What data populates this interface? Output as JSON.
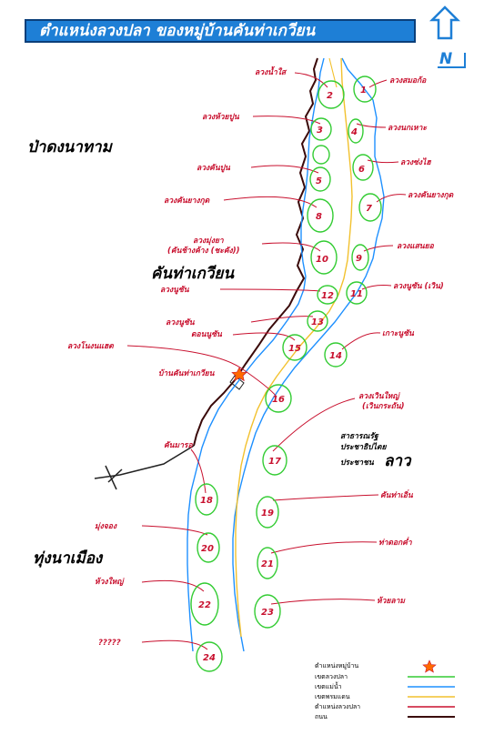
{
  "title": "ตำแหน่งลวงปลา ของหมู่บ้านคันท่าเกวียน",
  "north_label": "N",
  "regions": {
    "padong": "ป่าดงนาทาม",
    "khantha": "คันท่าเกวียน",
    "thungna": "ทุ่งนาเมือง"
  },
  "village_name": "บ้านคันท่าเกวียน",
  "country": {
    "line1": "สาธารณรัฐ",
    "line2": "ประชาธิปไตย",
    "line3": "ประชาชน",
    "big": "ลาว"
  },
  "plot_numbers": [
    "1",
    "2",
    "3",
    "4",
    "5",
    "6",
    "7",
    "8",
    "9",
    "10",
    "11",
    "12",
    "13",
    "14",
    "15",
    "16",
    "17",
    "18",
    "19",
    "20",
    "21",
    "22",
    "23",
    "24"
  ],
  "plot_labels": {
    "l2": "ลวงน้ำใส",
    "l1": "ลวงสมอก้อ",
    "l3": "ลวงห้วยปูน",
    "l4": "ลวงนกเหาะ",
    "l6": "ลวงซ่งไฮ",
    "l5": "ลวงคันปูน",
    "l7": "ลวงคันยางกุด",
    "l8": "ลวงคันยางกุด",
    "l10a": "ลวงมุ่งยา",
    "l10b": "(คันช้างค้าง (ชะคัง))",
    "l9": "ลวงแสนยอ",
    "l12": "ลวงนูซัน",
    "l11": "ลวงนูซัน (เวิน)",
    "l13": "ลวงนูซัน",
    "l15": "ดอนนูซัน",
    "l14": "เกาะนูซัน",
    "l16": "ลวงโนงนแฮต",
    "l17a": "ลวงเวินใหญ่",
    "l17b": "(เวินกระถัน)",
    "l18": "คันมารอ",
    "l19": "คันท่าเอิ่น",
    "l20": "มุ่งจอง",
    "l21": "ท่าดอกค่ำ",
    "l22": "ห้วงใหญ่",
    "l23": "ห้วยลาม",
    "l24": "?????"
  },
  "legend": {
    "village": "ตำแหน่งหมู่บ้าน",
    "fishing": "เขตลวงปลา",
    "river": "เขตแม่น้ำ",
    "border": "เขตพรมแดน",
    "position": "ตำแหน่งลวงปลา",
    "road": "ถนน"
  },
  "colors": {
    "title_bg": "#1e7fd6",
    "river": "#1e90ff",
    "border": "#f2c12e",
    "plot": "#33cc33",
    "leader": "#c8102e",
    "road": "#3a0a0a",
    "star": "#ff6a00"
  }
}
